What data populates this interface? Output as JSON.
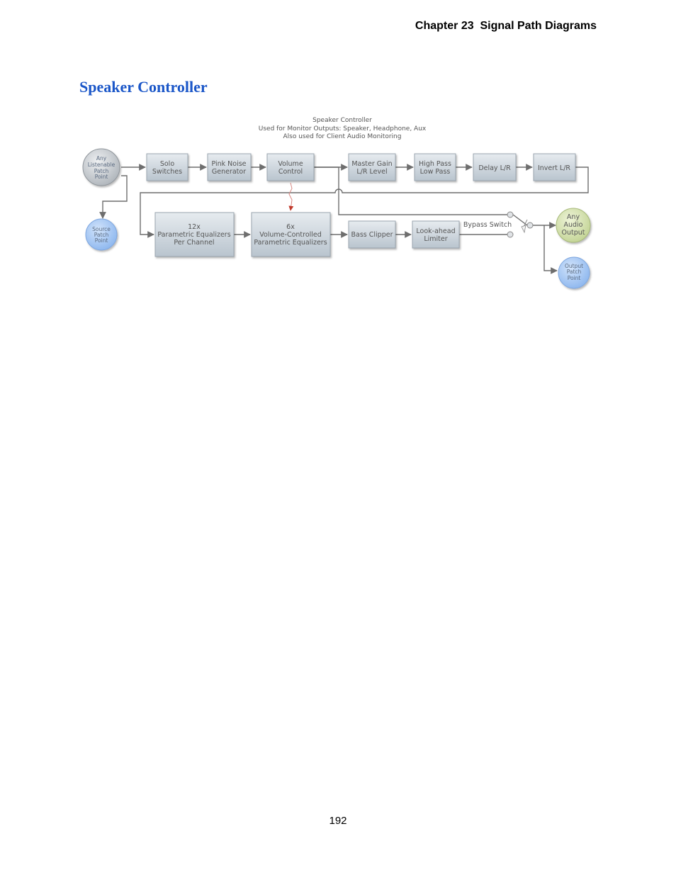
{
  "header": {
    "running_title": "Chapter 23  Signal Path Diagrams"
  },
  "section": {
    "title": "Speaker Controller"
  },
  "diagram": {
    "title_lines": [
      "Speaker Controller",
      "Used for Monitor Outputs: Speaker, Headphone, Aux",
      "Also used for Client Audio Monitoring"
    ],
    "nodes": {
      "any_listenable": [
        "Any",
        "Listenable",
        "Patch",
        "Point"
      ],
      "source_patch": [
        "Source",
        "Patch",
        "Point"
      ],
      "solo": [
        "Solo",
        "Switches"
      ],
      "pink_noise": [
        "Pink Noise",
        "Generator"
      ],
      "volume": [
        "Volume",
        "Control"
      ],
      "master_gain": [
        "Master Gain",
        "L/R Level"
      ],
      "high_pass": [
        "High Pass",
        "Low Pass"
      ],
      "delay": [
        "Delay L/R"
      ],
      "invert": [
        "Invert L/R"
      ],
      "param_eq": [
        "12x",
        "Parametric Equalizers",
        "Per Channel"
      ],
      "vol_eq": [
        "6x",
        "Volume-Controlled",
        "Parametric Equalizers"
      ],
      "bass_clipper": [
        "Bass Clipper"
      ],
      "lookahead": [
        "Look-ahead",
        "Limiter"
      ],
      "bypass_label": "Bypass Switch",
      "any_audio_output": [
        "Any",
        "Audio",
        "Output"
      ],
      "output_patch": [
        "Output",
        "Patch",
        "Point"
      ]
    },
    "colors": {
      "box_fill": "#c9d3db",
      "grey_circle": "#c8ccd0",
      "blue_circle": "#a9c9f3",
      "green_circle": "#d6e3b2",
      "line": "#6e6e6e",
      "control_arrow": "#c0392b"
    }
  },
  "footer": {
    "page_number": "192"
  }
}
